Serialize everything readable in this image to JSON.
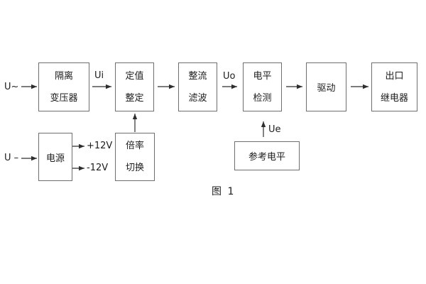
{
  "diagram": {
    "caption": "图 1",
    "inputs": {
      "ac": "U~",
      "dc": "U –"
    },
    "signals": {
      "ui": "Ui",
      "uo": "Uo",
      "ue": "Ue",
      "plus12v": "+12V",
      "minus12v": "-12V"
    },
    "blocks": {
      "isolation_transformer": "隔离\n变压器",
      "setting_adjust": "定值\n整定",
      "rectifier_filter": "整流\n滤波",
      "level_detect": "电平\n检测",
      "driver": "驱动",
      "output_relay": "出口\n继电器",
      "power_supply": "电源",
      "ratio_switch": "倍率\n切换",
      "reference_level": "参考电平"
    },
    "colors": {
      "background": "#ffffff",
      "box_border": "#6e6e6e",
      "line": "#2e2e2e",
      "text": "#1c1c1c"
    }
  }
}
